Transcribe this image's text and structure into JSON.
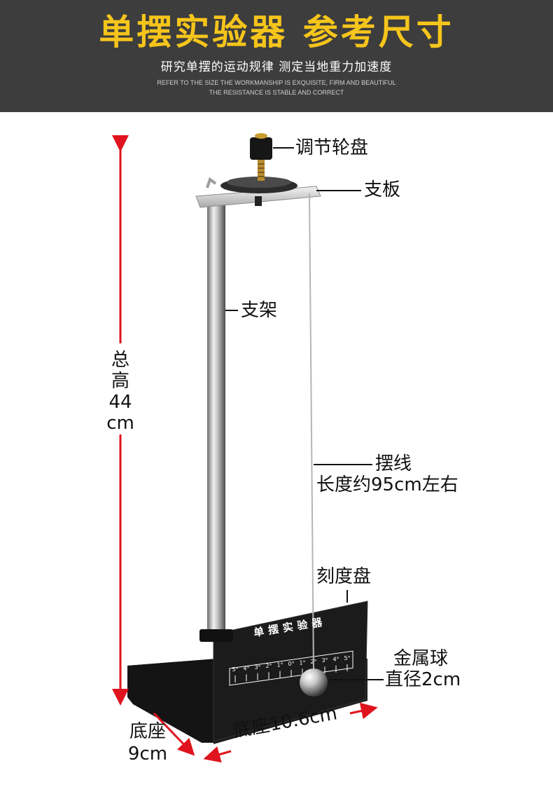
{
  "header": {
    "title": "单摆实验器 参考尺寸",
    "subtitle": "研究单摆的运动规律 测定当地重力加速度",
    "english_line1": "REFER TO THE SIZE THE WORKMANSHIP IS EXQUISITE, FIRM AND BEAUTIFUL",
    "english_line2": "THE RESISTANCE IS STABLE AND CORRECT"
  },
  "labels": {
    "adjust_wheel": "调节轮盘",
    "support_plate": "支板",
    "stand": "支架",
    "pendulum_line": "摆线",
    "line_length": "长度约95cm左右",
    "dial": "刻度盘",
    "metal_ball": "金属球",
    "ball_diameter": "直径2cm"
  },
  "dimensions": {
    "total_height_line1": "总",
    "total_height_line2": "高",
    "total_height_line3": "44",
    "total_height_line4": "cm",
    "base_depth_line1": "底座",
    "base_depth_line2": "9cm",
    "base_width": "底座10.6cm"
  },
  "dial": {
    "brand": "单摆实验器",
    "ticks": [
      "5°",
      "4°",
      "3°",
      "2°",
      "1°",
      "0°",
      "1°",
      "2°",
      "3°",
      "4°",
      "5°"
    ]
  },
  "colors": {
    "header_bg": "#3d3d3d",
    "title": "#f6c51b",
    "arrow": "#e0141e",
    "base": "#1b1b1b"
  }
}
